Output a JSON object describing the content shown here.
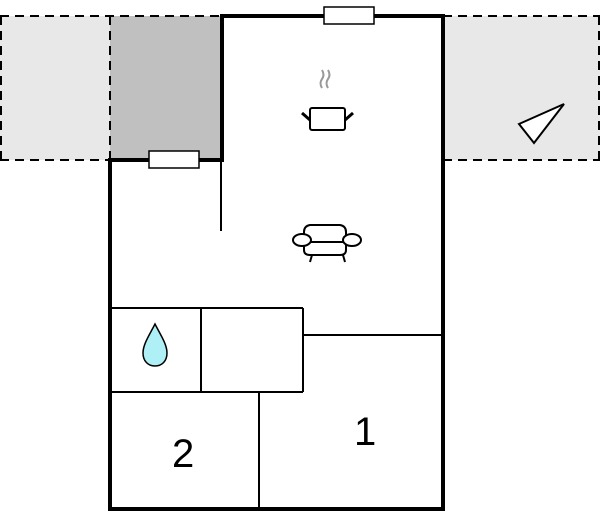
{
  "diagram": {
    "type": "floor-plan",
    "colors": {
      "wall": "#000000",
      "terrace_light": "#e8e8e8",
      "terrace_dark": "#c0c0c0",
      "water": "#aef0f5",
      "steam": "#999999",
      "background": "#ffffff"
    },
    "rooms": [
      {
        "id": "living-kitchen",
        "icons": [
          "cooking-pot-icon",
          "sofa-icon"
        ]
      },
      {
        "id": "bathroom",
        "icons": [
          "water-drop-icon"
        ]
      },
      {
        "id": "storage"
      },
      {
        "id": "bedroom-1",
        "label": "1"
      },
      {
        "id": "bedroom-2",
        "label": "2"
      }
    ],
    "outdoor_areas": [
      {
        "id": "terrace-left-light"
      },
      {
        "id": "terrace-left-covered"
      },
      {
        "id": "terrace-right",
        "icons": [
          "sun-lounger-icon"
        ]
      }
    ],
    "labels": {
      "room_1": "1",
      "room_2": "2"
    }
  }
}
